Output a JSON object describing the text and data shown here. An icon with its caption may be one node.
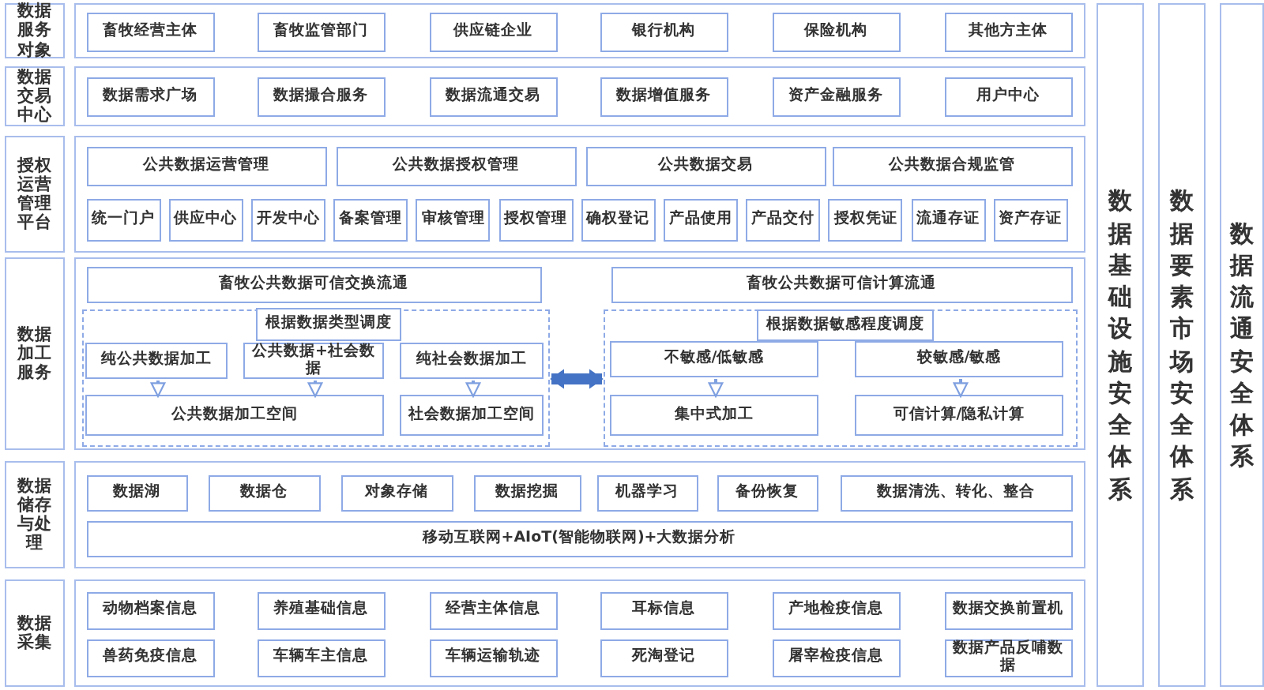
{
  "diagram": {
    "nodes": [
      {
        "text": [
          "数据服务对象"
        ]
      },
      {
        "text": [],
        "shape": "box"
      },
      {
        "text": [
          "畜牧经营主体"
        ],
        "in": 1
      },
      {
        "text": [
          "畜牧监管部门"
        ],
        "in": 1
      },
      {
        "text": [
          "供应链企业"
        ],
        "in": 1
      },
      {
        "text": [
          "银行机构"
        ],
        "in": 1
      },
      {
        "text": [
          "保险机构"
        ],
        "in": 1
      },
      {
        "text": [
          "其他方主体"
        ],
        "in": 1
      },
      {
        "text": [
          "数据交易中心"
        ]
      },
      {
        "text": [],
        "shape": "box"
      },
      {
        "text": [
          "数据需求广场"
        ],
        "in": 9
      },
      {
        "text": [
          "数据撮合服务"
        ],
        "in": 9
      },
      {
        "text": [
          "数据流通交易"
        ],
        "in": 9
      },
      {
        "text": [
          "数据增值服务"
        ],
        "in": 9
      },
      {
        "text": [
          "资产金融服务"
        ],
        "in": 9
      },
      {
        "text": [
          "用户中心"
        ],
        "in": 9
      },
      {
        "text": [
          "授权运营管理平台"
        ]
      },
      {
        "text": [],
        "shape": "box"
      },
      {
        "text": [
          "公共数据运营管理"
        ],
        "in": 17
      },
      {
        "text": [
          "公共数据授权管理"
        ],
        "in": 17
      },
      {
        "text": [
          "公共数据交易"
        ],
        "in": 17
      },
      {
        "text": [
          "公共数据合规监管"
        ],
        "in": 17
      },
      {
        "text": [
          "统一门户"
        ],
        "in": 17
      },
      {
        "text": [
          "供应中心"
        ],
        "in": 17
      },
      {
        "text": [
          "开发中心"
        ],
        "in": 17
      },
      {
        "text": [
          "备案管理"
        ],
        "in": 17
      },
      {
        "text": [
          "审核管理"
        ],
        "in": 17
      },
      {
        "text": [
          "授权管理"
        ],
        "in": 17
      },
      {
        "text": [
          "确权登记"
        ],
        "in": 17
      },
      {
        "text": [
          "产品使用"
        ],
        "in": 17
      },
      {
        "text": [
          "产品交付"
        ],
        "in": 17
      },
      {
        "text": [
          "授权凭证"
        ],
        "in": 17
      },
      {
        "text": [
          "流通存证"
        ],
        "in": 17
      },
      {
        "text": [
          "资产存证"
        ],
        "in": 17
      },
      {
        "text": [
          "数据加工服务"
        ]
      },
      {
        "text": [],
        "shape": "box"
      },
      {
        "text": [
          "畜牧公共数据可信交换流通"
        ],
        "in": 35
      },
      {
        "text": [],
        "shape": "box",
        "in": 35
      },
      {
        "text": [
          "根据数据类型调度"
        ],
        "in": 37
      },
      {
        "text": [
          "纯公共数据加工"
        ],
        "in": 37
      },
      {
        "text": [
          "公共数据+社会数据"
        ],
        "in": 37
      },
      {
        "text": [
          "纯社会数据加工"
        ],
        "in": 37
      },
      {
        "text": [
          "公共数据加工空间"
        ],
        "in": 37
      },
      {
        "text": [
          "社会数据加工空间"
        ],
        "in": 37
      },
      {
        "text": [
          "畜牧公共数据可信计算流通"
        ],
        "in": 35
      },
      {
        "text": [],
        "shape": "box",
        "in": 35
      },
      {
        "text": [
          "根据数据敏感程度调度"
        ],
        "in": 45
      },
      {
        "text": [
          "不敏感/低敏感"
        ],
        "in": 45
      },
      {
        "text": [
          "较敏感/敏感"
        ],
        "in": 45
      },
      {
        "text": [
          "集中式加工"
        ],
        "in": 45
      },
      {
        "text": [
          "可信计算/隐私计算"
        ],
        "in": 45
      },
      {
        "text": [
          "数据储存与处理"
        ]
      },
      {
        "text": [],
        "shape": "box"
      },
      {
        "text": [
          "数据湖"
        ],
        "in": 52
      },
      {
        "text": [
          "数据仓"
        ],
        "in": 52
      },
      {
        "text": [
          "对象存储"
        ],
        "in": 52
      },
      {
        "text": [
          "数据挖掘"
        ],
        "in": 52
      },
      {
        "text": [
          "机器学习"
        ],
        "in": 52
      },
      {
        "text": [
          "备份恢复"
        ],
        "in": 52
      },
      {
        "text": [
          "数据清洗、转化、整合"
        ],
        "in": 52
      },
      {
        "text": [
          "移动互联网+AIoT(智能物联网)+大数据分析"
        ],
        "in": 52
      },
      {
        "text": [
          "数据采集"
        ]
      },
      {
        "text": [],
        "shape": "box"
      },
      {
        "text": [
          "动物档案信息"
        ],
        "in": 62
      },
      {
        "text": [
          "养殖基础信息"
        ],
        "in": 62
      },
      {
        "text": [
          "经营主体信息"
        ],
        "in": 62
      },
      {
        "text": [
          "耳标信息"
        ],
        "in": 62
      },
      {
        "text": [
          "产地检疫信息"
        ],
        "in": 62
      },
      {
        "text": [
          "数据交换前置机"
        ],
        "in": 62
      },
      {
        "text": [
          "兽药免疫信息"
        ],
        "in": 62
      },
      {
        "text": [
          "车辆车主信息"
        ],
        "in": 62
      },
      {
        "text": [
          "车辆运输轨迹"
        ],
        "in": 62
      },
      {
        "text": [
          "死淘登记"
        ],
        "in": 62
      },
      {
        "text": [
          "屠宰检疫信息"
        ],
        "in": 62
      },
      {
        "text": [
          "数据产品反哺数据"
        ],
        "in": 62
      },
      {
        "text": [
          "数据基础设施安全体系"
        ]
      },
      {
        "text": [
          "数据要素市场安全体系"
        ]
      },
      {
        "text": [
          "数据流通安全体系"
        ]
      }
    ],
    "edges": [
      {
        "from": 39,
        "to": 42,
        "arrow": "to"
      },
      {
        "from": 40,
        "to": 42,
        "arrow": "to"
      },
      {
        "from": 41,
        "to": 43,
        "arrow": "to"
      },
      {
        "from": 47,
        "to": 49,
        "arrow": "to"
      },
      {
        "from": 48,
        "to": 50,
        "arrow": "to"
      },
      {
        "from": 37,
        "to": 45,
        "arrow": "both",
        "style": "thick"
      }
    ]
  }
}
